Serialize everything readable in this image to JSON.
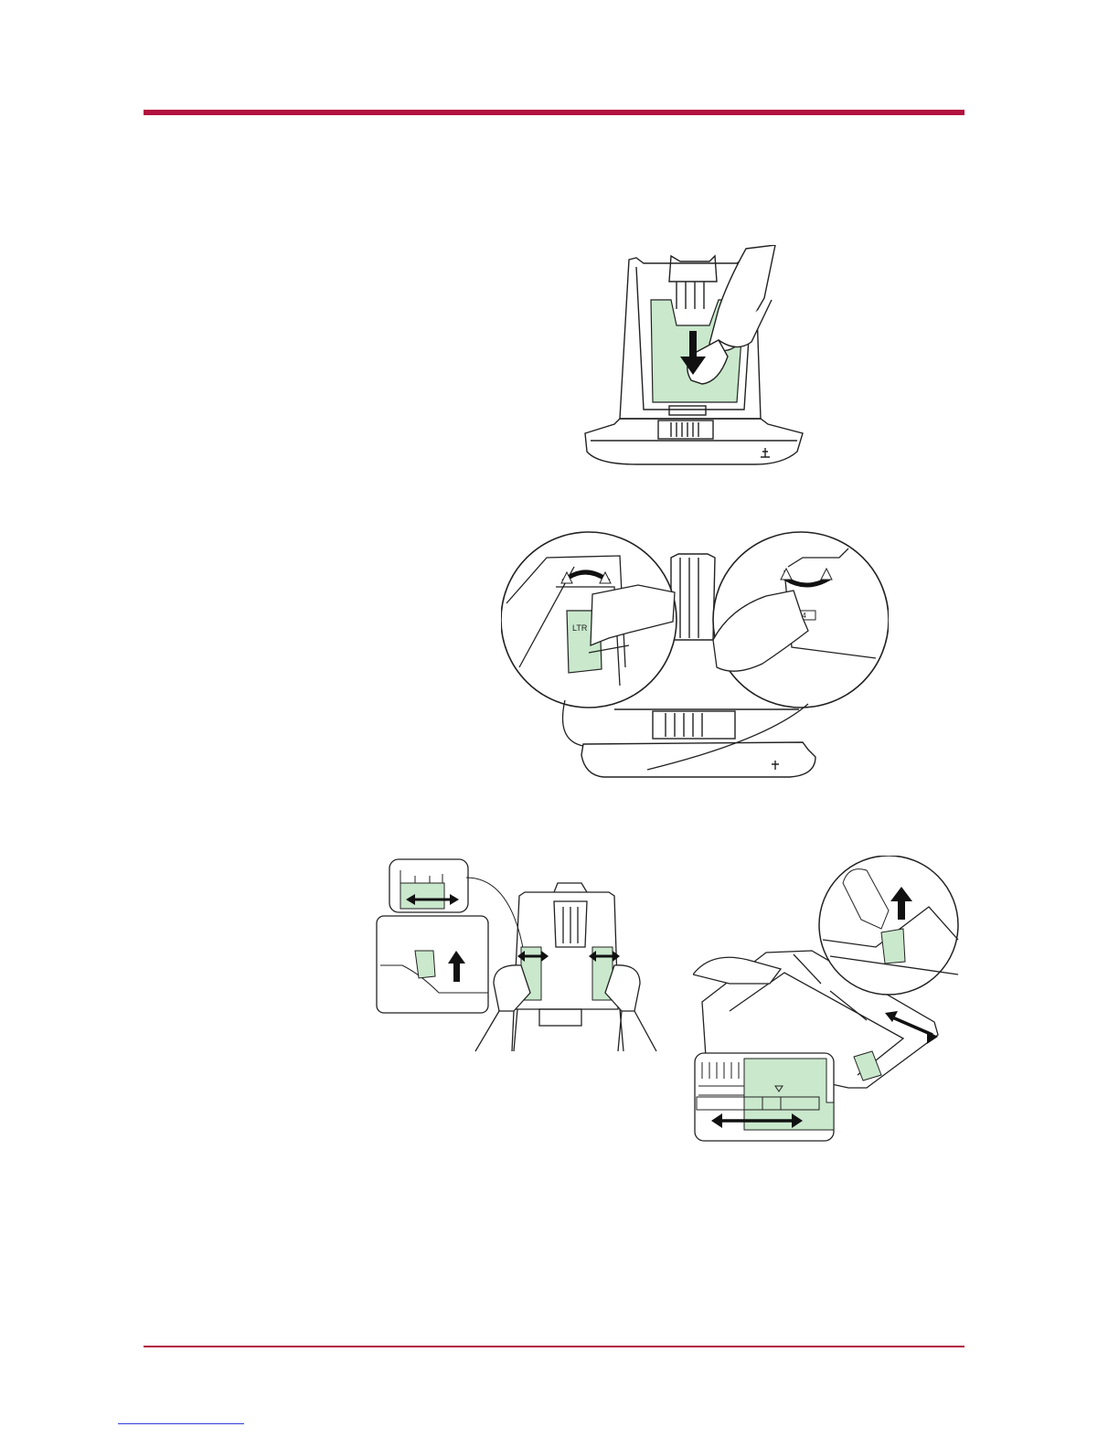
{
  "document": {
    "colors": {
      "rule": "#b2123f",
      "highlight_green": "#c9e8cc",
      "line": "#222222",
      "link": "#2e3fd6"
    },
    "figures": [
      {
        "name": "figure-press-bottom-plate",
        "icons": [
          "cassette-icon",
          "hand-icon",
          "down-arrow-icon"
        ]
      },
      {
        "name": "figure-set-size-dial",
        "labels": {
          "ltr": "LTR",
          "a4": "A4"
        },
        "icons": [
          "rotate-arrow-icon",
          "hand-icon",
          "magnifier-callout-icon"
        ]
      },
      {
        "name": "figure-adjust-width-guides",
        "icons": [
          "double-arrow-icon",
          "up-arrow-icon",
          "hand-icon"
        ]
      },
      {
        "name": "figure-adjust-length-guide",
        "icons": [
          "double-arrow-icon",
          "up-arrow-icon",
          "hand-icon"
        ]
      }
    ]
  }
}
